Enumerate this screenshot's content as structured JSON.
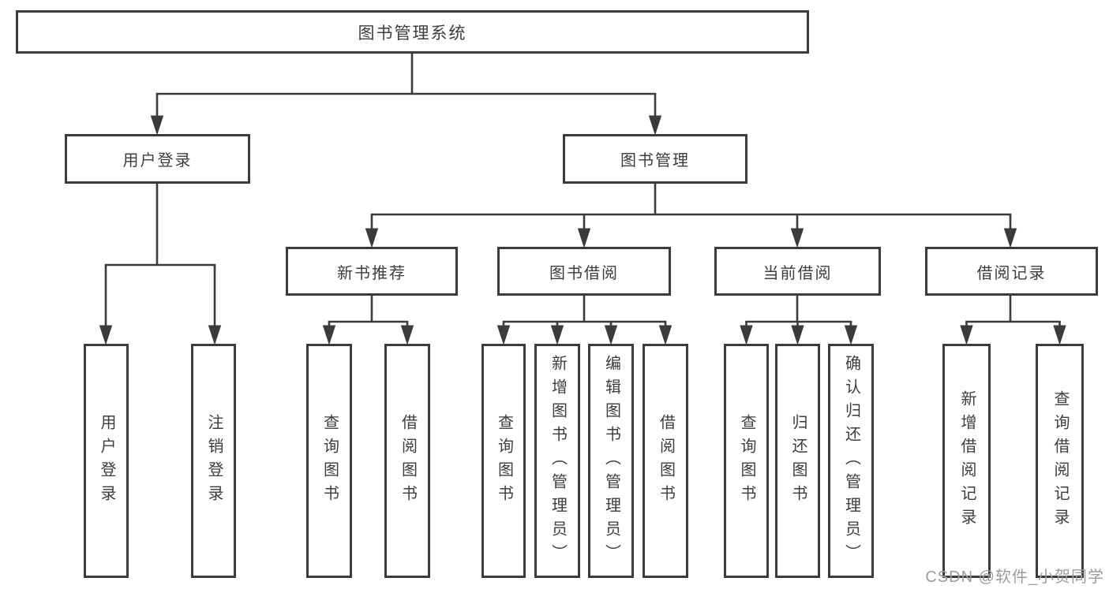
{
  "tree": {
    "root": {
      "label": "图书管理系统",
      "children": [
        {
          "label": "用户登录",
          "children": [
            {
              "label": "用户登录"
            },
            {
              "label": "注销登录"
            }
          ]
        },
        {
          "label": "图书管理",
          "children": [
            {
              "label": "新书推荐",
              "children": [
                {
                  "label": "查询图书"
                },
                {
                  "label": "借阅图书"
                }
              ]
            },
            {
              "label": "图书借阅",
              "children": [
                {
                  "label": "查询图书"
                },
                {
                  "label": "新增图书（管理员）"
                },
                {
                  "label": "编辑图书（管理员）"
                },
                {
                  "label": "借阅图书"
                }
              ]
            },
            {
              "label": "当前借阅",
              "children": [
                {
                  "label": "查询图书"
                },
                {
                  "label": "归还图书"
                },
                {
                  "label": "确认归还（管理员）"
                }
              ]
            },
            {
              "label": "借阅记录",
              "children": [
                {
                  "label": "新增借阅记录"
                },
                {
                  "label": "查询借阅记录"
                }
              ]
            }
          ]
        }
      ]
    }
  },
  "watermark": {
    "text": "CSDN @软件_小贺同学"
  },
  "colors": {
    "line": "#3b3b3b",
    "border": "#3b3b3b",
    "text": "#3d3d3d",
    "watermark": "#9d9d9d",
    "background": "#ffffff"
  }
}
